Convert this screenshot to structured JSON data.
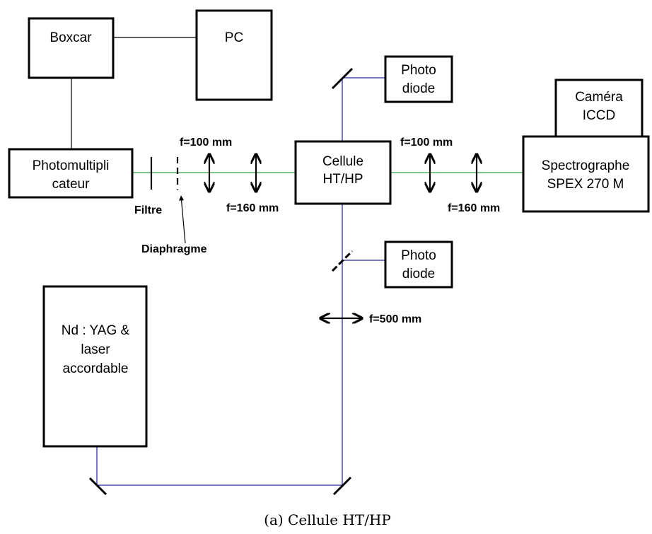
{
  "diagram": {
    "boxes": {
      "boxcar": "Boxcar",
      "pc": "PC",
      "photomultiplicateur": [
        "Photomultipli",
        "cateur"
      ],
      "cellule": [
        "Cellule",
        "HT/HP"
      ],
      "photodiode_top": [
        "Photo",
        "diode"
      ],
      "photodiode_bottom": [
        "Photo",
        "diode"
      ],
      "camera": [
        "Caméra",
        "ICCD"
      ],
      "spectrographe": [
        "Spectrographe",
        "SPEX 270 M"
      ],
      "laser": [
        "Nd : YAG &",
        "laser",
        "accordable"
      ]
    },
    "labels": {
      "f100_left": "f=100 mm",
      "f160_left": "f=160 mm",
      "f100_right": "f=100 mm",
      "f160_right": "f=160 mm",
      "f500": "f=500 mm",
      "filtre": "Filtre",
      "diaphragme": "Diaphragme"
    },
    "colors": {
      "signal_beam": "#2ea043",
      "laser_beam": "#4a4ab8",
      "outline": "#000000"
    }
  },
  "caption": "(a) Cellule HT/HP"
}
